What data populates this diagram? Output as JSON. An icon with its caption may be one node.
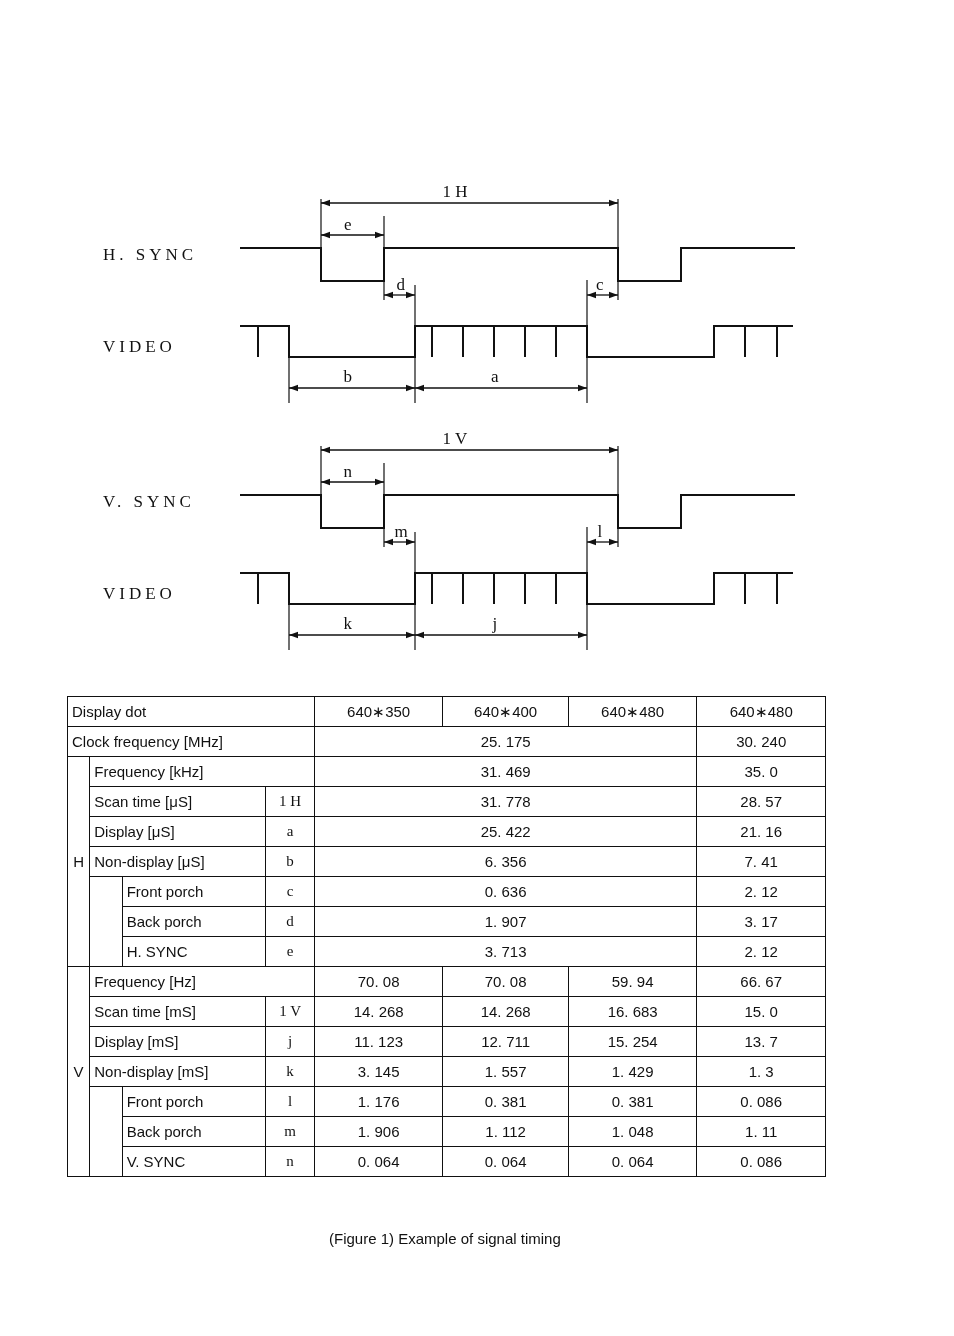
{
  "diagram": {
    "caption": "(Figure 1) Example of signal timing",
    "labels": [
      "1 H",
      "e",
      "H. SYNC",
      "d",
      "c",
      "VIDEO",
      "b",
      "a",
      "1 V",
      "n",
      "V. SYNC",
      "m",
      "l",
      "VIDEO",
      "k",
      "j",
      "Display dot",
      "640∗350",
      "640∗400",
      "640∗480",
      "640∗480",
      "Clock frequency [MHz]",
      "25. 175",
      "30. 240",
      "H",
      "Frequency [kHz]",
      "31. 469",
      "35. 0",
      "Scan time [μS]",
      "1 H",
      "31. 778",
      "28. 57",
      "Display [μS]",
      "a",
      "25. 422",
      "21. 16",
      "Non-display [μS]",
      "b",
      "6. 356",
      "7. 41",
      "Front porch",
      "c",
      "0. 636",
      "2. 12",
      "Back porch",
      "d",
      "1. 907",
      "3. 17",
      "H. SYNC",
      "e",
      "3. 713",
      "2. 12",
      "V",
      "Frequency [Hz]",
      "70. 08",
      "70. 08",
      "59. 94",
      "66. 67",
      "Scan time [mS]",
      "1 V",
      "14. 268",
      "14. 268",
      "16. 683",
      "15. 0",
      "Display [mS]",
      "j",
      "11. 123",
      "12. 711",
      "15. 254",
      "13. 7",
      "Non-display [mS]",
      "k",
      "3. 145",
      "1. 557",
      "1. 429",
      "1. 3",
      "Front porch",
      "l",
      "1. 176",
      "0. 381",
      "0. 381",
      "0. 086",
      "Back porch",
      "m",
      "1. 906",
      "1. 112",
      "1. 048",
      "1. 11",
      "V. SYNC",
      "n",
      "0. 064",
      "0. 064",
      "0. 064",
      "0. 086"
    ]
  }
}
